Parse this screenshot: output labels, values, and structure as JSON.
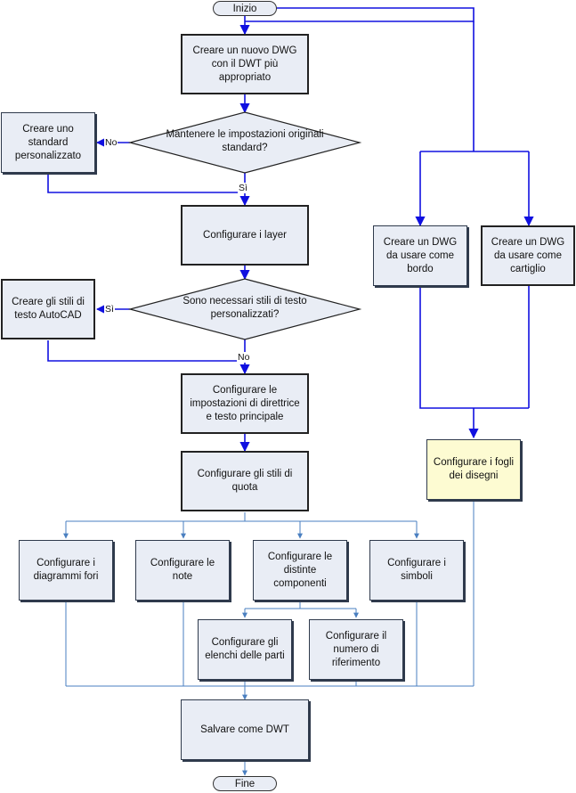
{
  "terminals": {
    "start": "Inizio",
    "end": "Fine"
  },
  "steps": {
    "new_dwg": "Creare un nuovo DWG con il DWT più appropriato",
    "custom_standard": "Creare uno standard personalizzato",
    "keep_standard_q": "Mantenere le impostazioni originali standard?",
    "layers": "Configurare i layer",
    "text_styles": "Creare gli stili di testo AutoCAD",
    "text_styles_q": "Sono necessari stili di testo personalizzati?",
    "leader": "Configurare le impostazioni di direttrice e testo principale",
    "dim_styles": "Configurare gli stili di quota",
    "hole_charts": "Configurare i diagrammi fori",
    "notes": "Configurare le note",
    "bom": "Configurare le distinte componenti",
    "symbols": "Configurare i simboli",
    "parts_lists": "Configurare gli elenchi delle parti",
    "balloons": "Configurare il numero di riferimento",
    "save_dwt": "Salvare come DWT",
    "border": "Creare un DWG da usare come bordo",
    "title_block": "Creare un DWG da usare come cartiglio",
    "sheets": "Configurare i fogli dei disegni"
  },
  "branch_labels": {
    "no_1": "No",
    "yes_1": "Sì",
    "yes_2": "Sì",
    "no_2": "No"
  },
  "colors": {
    "flow_primary": "#1010e0",
    "flow_secondary": "#4a7fc0",
    "box_fill": "#e9edf5",
    "note_fill": "#fdfbd2"
  }
}
